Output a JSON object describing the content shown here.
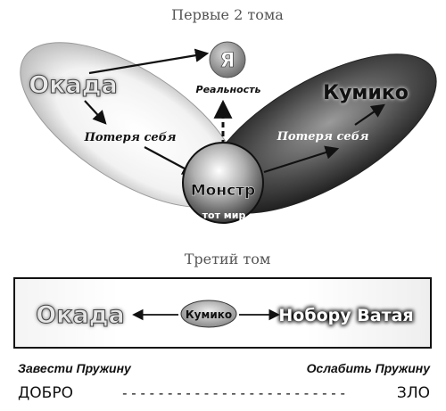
{
  "part1": {
    "title": "Первые 2 тома",
    "left_name": "Окада",
    "right_name": "Кумико",
    "self_label": "Я",
    "reality_label": "Реальность",
    "loss_left": "Потеря себя",
    "loss_right": "Потеря себя",
    "center_title": "Монстр",
    "center_sub": "тот мир"
  },
  "part2": {
    "title": "Третий том",
    "left_name": "Окада",
    "middle_name": "Кумико",
    "right_name": "Нобору Ватая"
  },
  "scale": {
    "left_caption": "Завести Пружину",
    "right_caption": "Ослабить Пружину",
    "left_end": "ДОБРО",
    "right_end": "ЗЛО",
    "dashes": "- - - - - - - - - - - - - - - - - - - - - - - - -"
  }
}
